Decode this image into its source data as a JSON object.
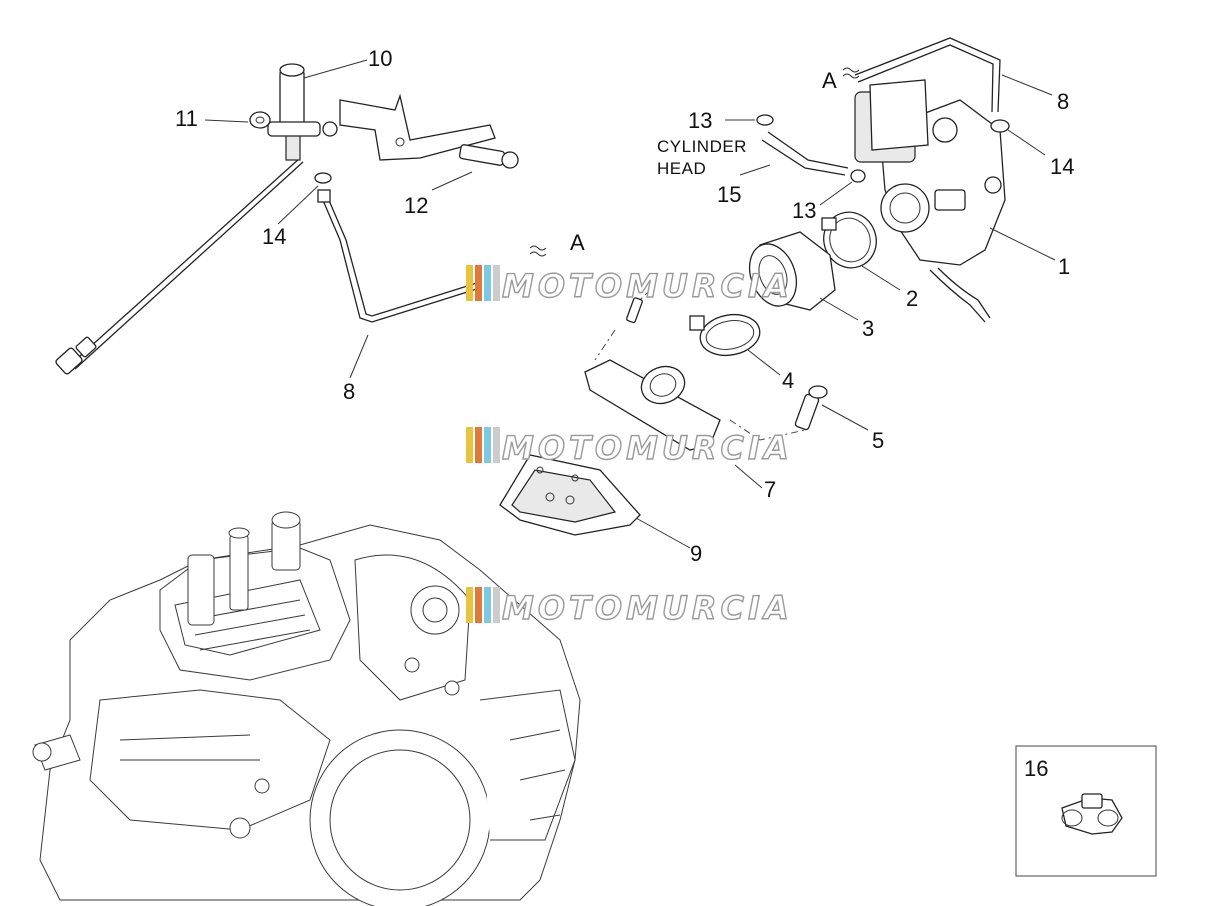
{
  "labels": {
    "p1": "1",
    "p2": "2",
    "p3": "3",
    "p4": "4",
    "p5": "5",
    "p7": "7",
    "p8a": "8",
    "p8b": "8",
    "p9": "9",
    "p10": "10",
    "p11": "11",
    "p12": "12",
    "p13a": "13",
    "p13b": "13",
    "p14a": "14",
    "p14b": "14",
    "p15": "15",
    "p16": "16",
    "connA1": "A",
    "connA2": "A",
    "cylinder_head_line1": "CYLINDER",
    "cylinder_head_line2": "HEAD"
  },
  "watermark": {
    "text": "MOTOMURCIA",
    "stripe_colors": [
      "#e8c43c",
      "#e07a3a",
      "#7ec8e3",
      "#cccccc"
    ]
  }
}
